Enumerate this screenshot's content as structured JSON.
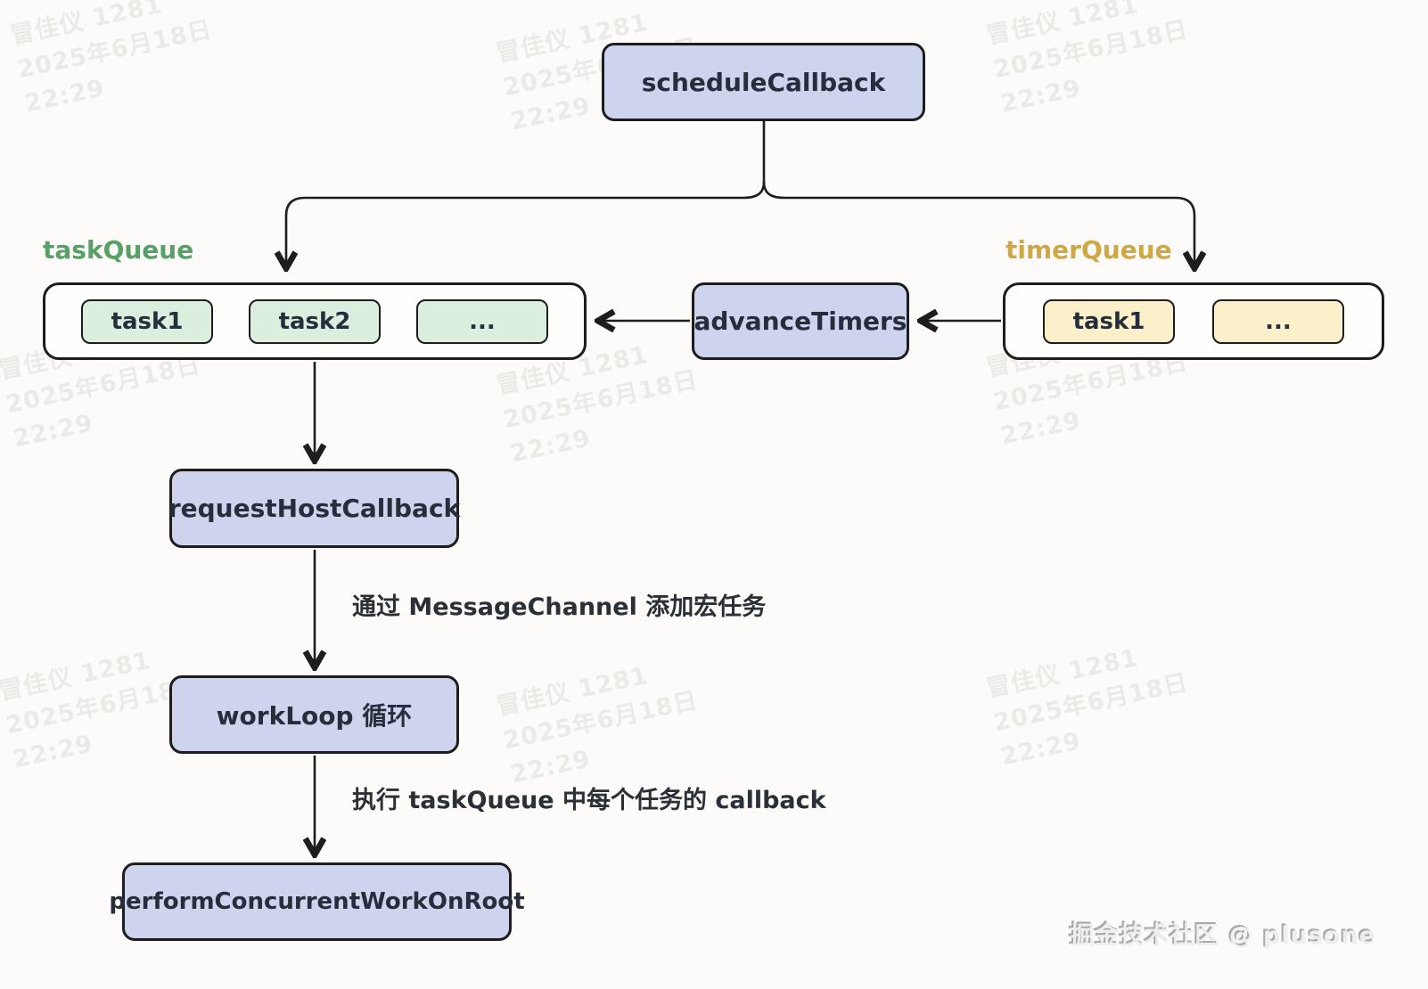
{
  "colors": {
    "background": "#fcfbf9",
    "node_fill": "#cfd4ee",
    "node_border": "#1d1d1d",
    "node_text": "#262e3c",
    "queue_fill": "#fefefc",
    "task_green_fill": "#dcefdf",
    "task_yellow_fill": "#fbf0c9",
    "task_queue_label": "#55a166",
    "timer_queue_label": "#cfa843",
    "arrow": "#1d1d1d"
  },
  "nodes": {
    "schedule_callback": "scheduleCallback",
    "advance_timers": "advanceTimers",
    "request_host_callback": "requestHostCallback",
    "work_loop": "workLoop 循环",
    "perform_concurrent_work": "performConcurrentWorkOnRoot"
  },
  "task_queue": {
    "label": "taskQueue",
    "items": [
      "task1",
      "task2",
      "..."
    ]
  },
  "timer_queue": {
    "label": "timerQueue",
    "items": [
      "task1",
      "..."
    ]
  },
  "edge_labels": {
    "message_channel": "通过 MessageChannel 添加宏任务",
    "execute_callbacks": "执行 taskQueue 中每个任务的 callback"
  },
  "watermark": {
    "lines": [
      "冒佳仪 1281",
      "2025年6月18日",
      "22:29"
    ]
  },
  "footer": {
    "credit": "掘金技术社区 @ plusone"
  }
}
